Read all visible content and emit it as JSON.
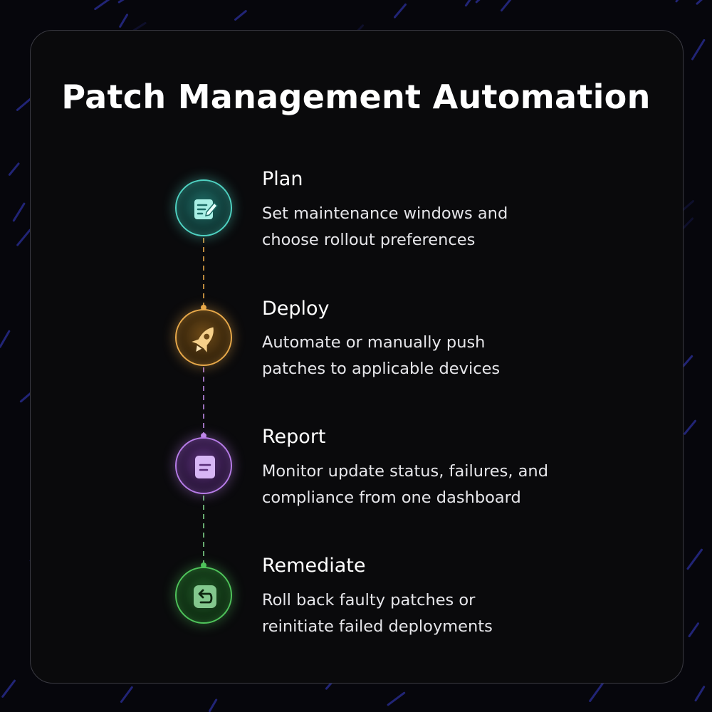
{
  "title": "Patch Management Automation",
  "steps": [
    {
      "heading": "Plan",
      "line1": "Set maintenance windows and",
      "line2": "choose rollout preferences",
      "icon": "document-edit-icon",
      "color": "#4fd2c2"
    },
    {
      "heading": "Deploy",
      "line1": "Automate or manually push",
      "line2": "patches to applicable devices",
      "icon": "rocket-icon",
      "color": "#e8a94a"
    },
    {
      "heading": "Report",
      "line1": "Monitor update status, failures, and",
      "line2": "compliance from one dashboard",
      "icon": "report-icon",
      "color": "#b77ce8"
    },
    {
      "heading": "Remediate",
      "line1": "Roll back faulty patches or",
      "line2": "reinitiate failed deployments",
      "icon": "undo-arrow-icon",
      "color": "#4fc45b"
    }
  ]
}
